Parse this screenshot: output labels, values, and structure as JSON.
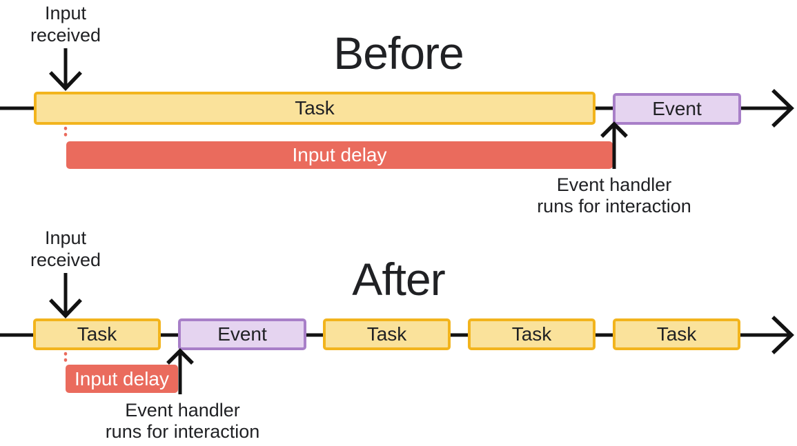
{
  "colors": {
    "background": "#FFFFFF",
    "text": "#202124",
    "line": "#121212",
    "task_fill": "#FAE29B",
    "task_border": "#F2B41D",
    "event_fill": "#E5D4F0",
    "event_border": "#A87FC8",
    "delay_fill": "#EA6B5D",
    "delay_text": "#FFFFFF"
  },
  "before": {
    "title": "Before",
    "input_label": "Input\nreceived",
    "timeline_items": [
      {
        "type": "task",
        "label": "Task"
      },
      {
        "type": "event",
        "label": "Event"
      }
    ],
    "delay_label": "Input delay",
    "handler_label": "Event handler\nruns for interaction"
  },
  "after": {
    "title": "After",
    "input_label": "Input\nreceived",
    "timeline_items": [
      {
        "type": "task",
        "label": "Task"
      },
      {
        "type": "event",
        "label": "Event"
      },
      {
        "type": "task",
        "label": "Task"
      },
      {
        "type": "task",
        "label": "Task"
      },
      {
        "type": "task",
        "label": "Task"
      }
    ],
    "delay_label": "Input delay",
    "handler_label": "Event handler\nruns for interaction"
  }
}
